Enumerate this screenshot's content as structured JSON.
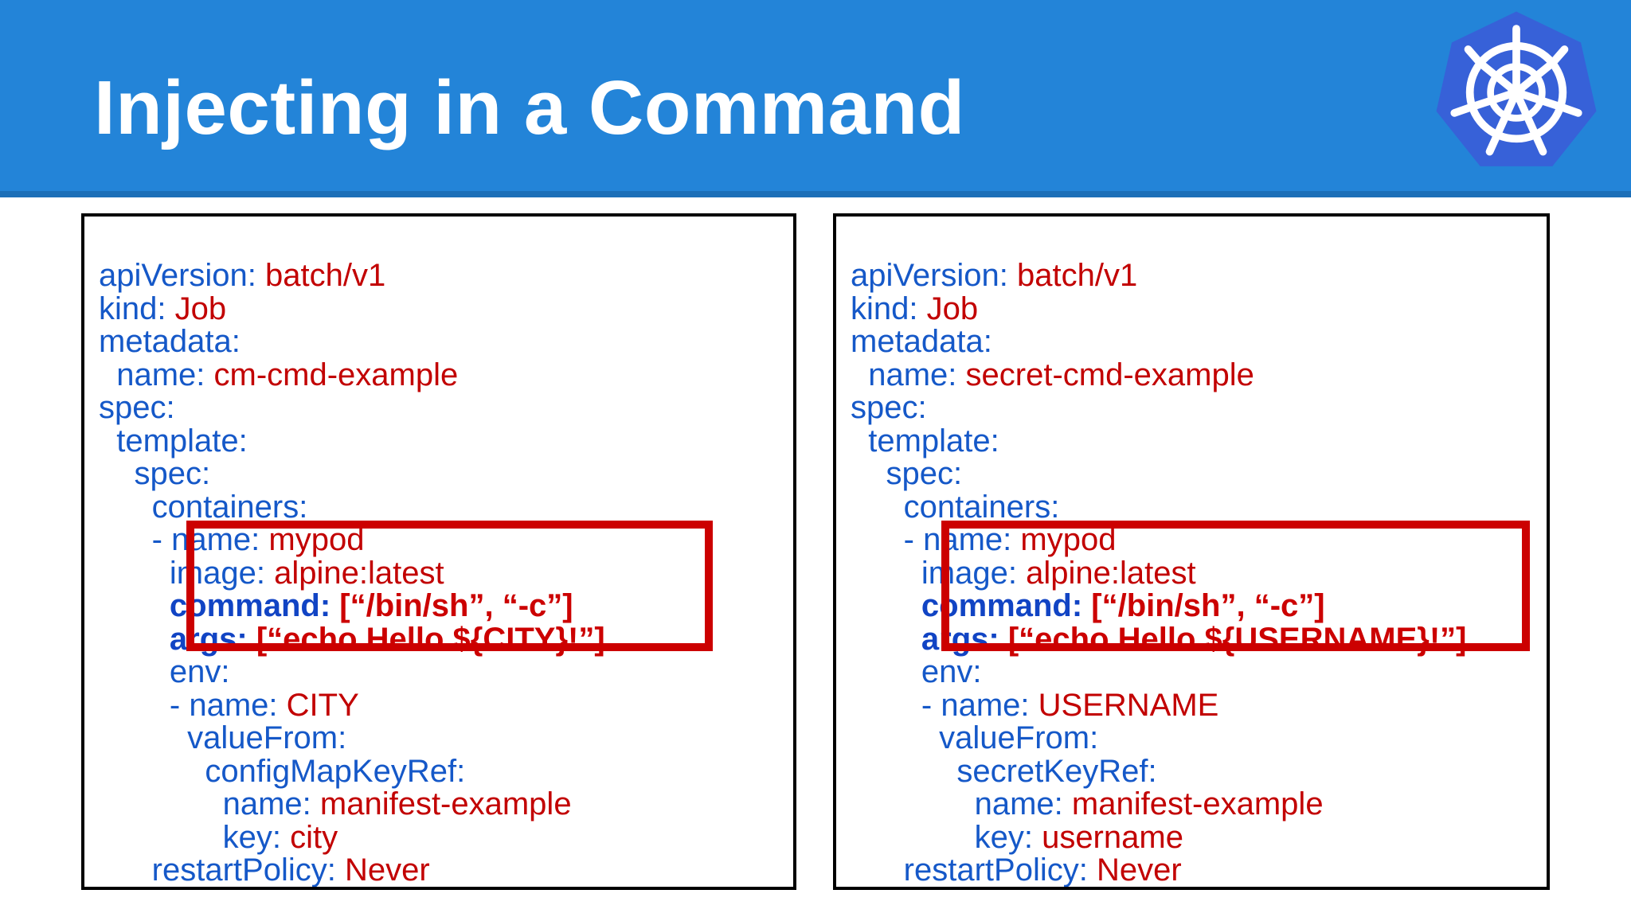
{
  "header": {
    "title": "Injecting in a Command",
    "background_color": "#2384d8",
    "strip_color": "#1c6fb8",
    "title_color": "#ffffff",
    "logo": "kubernetes-logo"
  },
  "colors": {
    "yaml_key": "#1558c8",
    "yaml_value": "#c20000",
    "highlight_border": "#cc0000",
    "panel_border": "#000000"
  },
  "panels": [
    {
      "id": "configmap-command-example",
      "lines": [
        {
          "indent": 0,
          "key": "apiVersion:",
          "value": " batch/v1",
          "bold": false
        },
        {
          "indent": 0,
          "key": "kind:",
          "value": " Job",
          "bold": false
        },
        {
          "indent": 0,
          "key": "metadata:",
          "value": "",
          "bold": false
        },
        {
          "indent": 1,
          "key": "name:",
          "value": " cm-cmd-example",
          "bold": false
        },
        {
          "indent": 0,
          "key": "spec:",
          "value": "",
          "bold": false
        },
        {
          "indent": 1,
          "key": "template:",
          "value": "",
          "bold": false
        },
        {
          "indent": 2,
          "key": "spec:",
          "value": "",
          "bold": false
        },
        {
          "indent": 3,
          "key": "containers:",
          "value": "",
          "bold": false
        },
        {
          "indent": 3,
          "key": "- name:",
          "value": " mypod",
          "bold": false
        },
        {
          "indent": 4,
          "key": "image:",
          "value": " alpine:latest",
          "bold": false
        },
        {
          "indent": 4,
          "key": "command:",
          "value": " [“/bin/sh”, “-c”]",
          "bold": true
        },
        {
          "indent": 4,
          "key": "args:",
          "value": " [“echo Hello ${CITY}!”]",
          "bold": true
        },
        {
          "indent": 4,
          "key": "env:",
          "value": "",
          "bold": false
        },
        {
          "indent": 4,
          "key": "- name:",
          "value": " CITY",
          "bold": false
        },
        {
          "indent": 5,
          "key": "valueFrom:",
          "value": "",
          "bold": false
        },
        {
          "indent": 6,
          "key": "configMapKeyRef:",
          "value": "",
          "bold": false
        },
        {
          "indent": 7,
          "key": "name:",
          "value": " manifest-example",
          "bold": false
        },
        {
          "indent": 7,
          "key": "key:",
          "value": " city",
          "bold": false
        },
        {
          "indent": 3,
          "key": "restartPolicy:",
          "value": " Never",
          "bold": false
        }
      ]
    },
    {
      "id": "secret-command-example",
      "lines": [
        {
          "indent": 0,
          "key": "apiVersion:",
          "value": " batch/v1",
          "bold": false
        },
        {
          "indent": 0,
          "key": "kind:",
          "value": " Job",
          "bold": false
        },
        {
          "indent": 0,
          "key": "metadata:",
          "value": "",
          "bold": false
        },
        {
          "indent": 1,
          "key": "name:",
          "value": " secret-cmd-example",
          "bold": false
        },
        {
          "indent": 0,
          "key": "spec:",
          "value": "",
          "bold": false
        },
        {
          "indent": 1,
          "key": "template:",
          "value": "",
          "bold": false
        },
        {
          "indent": 2,
          "key": "spec:",
          "value": "",
          "bold": false
        },
        {
          "indent": 3,
          "key": "containers:",
          "value": "",
          "bold": false
        },
        {
          "indent": 3,
          "key": "- name:",
          "value": " mypod",
          "bold": false
        },
        {
          "indent": 4,
          "key": "image:",
          "value": " alpine:latest",
          "bold": false
        },
        {
          "indent": 4,
          "key": "command:",
          "value": " [“/bin/sh”, “-c”]",
          "bold": true
        },
        {
          "indent": 4,
          "key": "args:",
          "value": " [“echo Hello ${USERNAME}!”]",
          "bold": true
        },
        {
          "indent": 4,
          "key": "env:",
          "value": "",
          "bold": false
        },
        {
          "indent": 4,
          "key": "- name:",
          "value": " USERNAME",
          "bold": false
        },
        {
          "indent": 5,
          "key": "valueFrom:",
          "value": "",
          "bold": false
        },
        {
          "indent": 6,
          "key": "secretKeyRef:",
          "value": "",
          "bold": false
        },
        {
          "indent": 7,
          "key": "name:",
          "value": " manifest-example",
          "bold": false
        },
        {
          "indent": 7,
          "key": "key:",
          "value": " username",
          "bold": false
        },
        {
          "indent": 3,
          "key": "restartPolicy:",
          "value": " Never",
          "bold": false
        }
      ]
    }
  ],
  "highlights": [
    {
      "id": "highlight-left",
      "covers": [
        "command",
        "args"
      ]
    },
    {
      "id": "highlight-right",
      "covers": [
        "command",
        "args"
      ]
    }
  ]
}
